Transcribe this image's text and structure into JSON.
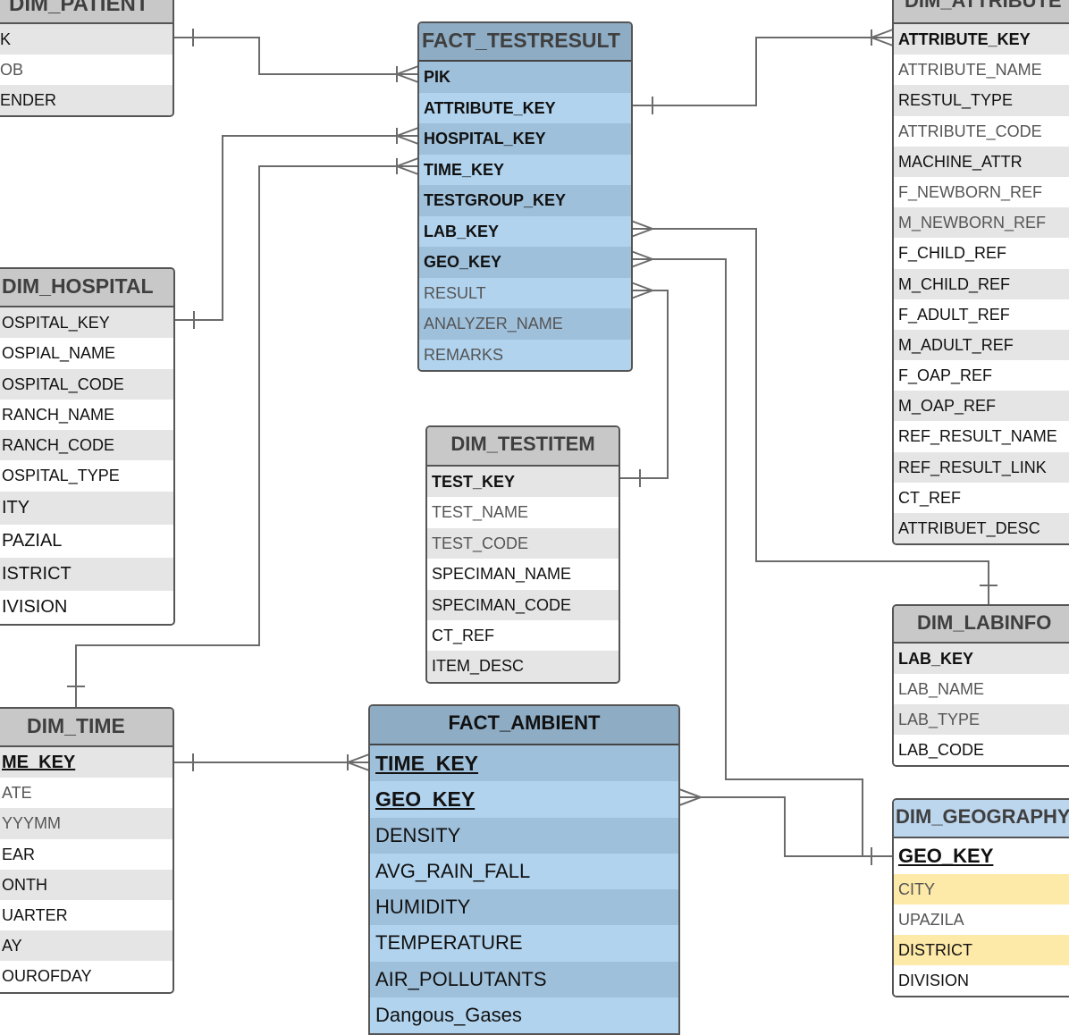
{
  "entities": {
    "dim_patient": {
      "title": "DIM_PATIENT",
      "rows": [
        "K",
        "OB",
        "ENDER"
      ]
    },
    "fact_testresult": {
      "title": "FACT_TESTRESULT",
      "rows": [
        "PIK",
        "ATTRIBUTE_KEY",
        "HOSPITAL_KEY",
        "TIME_KEY",
        "TESTGROUP_KEY",
        "LAB_KEY",
        "GEO_KEY",
        "RESULT",
        "ANALYZER_NAME",
        "REMARKS"
      ]
    },
    "dim_attribute": {
      "title": "DIM_ATTRIBUTE",
      "rows": [
        "ATTRIBUTE_KEY",
        "ATTRIBUTE_NAME",
        "RESTUL_TYPE",
        "ATTRIBUTE_CODE",
        "MACHINE_ATTR",
        "F_NEWBORN_REF",
        "M_NEWBORN_REF",
        "F_CHILD_REF",
        "M_CHILD_REF",
        "F_ADULT_REF",
        "M_ADULT_REF",
        "F_OAP_REF",
        "M_OAP_REF",
        "REF_RESULT_NAME",
        "REF_RESULT_LINK",
        "CT_REF",
        "ATTRIBUET_DESC"
      ]
    },
    "dim_hospital": {
      "title": "DIM_HOSPITAL",
      "rows": [
        "OSPITAL_KEY",
        "OSPIAL_NAME",
        "OSPITAL_CODE",
        "RANCH_NAME",
        "RANCH_CODE",
        "OSPITAL_TYPE",
        "ITY",
        "PAZIAL",
        "ISTRICT",
        "IVISION"
      ]
    },
    "dim_testitem": {
      "title": "DIM_TESTITEM",
      "rows": [
        "TEST_KEY",
        "TEST_NAME",
        "TEST_CODE",
        "SPECIMAN_NAME",
        "SPECIMAN_CODE",
        "CT_REF",
        "ITEM_DESC"
      ]
    },
    "dim_labinfo": {
      "title": "DIM_LABINFO",
      "rows": [
        "LAB_KEY",
        "LAB_NAME",
        "LAB_TYPE",
        "LAB_CODE"
      ]
    },
    "dim_time": {
      "title": "DIM_TIME",
      "rows": [
        "ME_KEY",
        "ATE",
        "YYYMM",
        "EAR",
        "ONTH",
        "UARTER",
        "AY",
        "OUROFDAY"
      ]
    },
    "fact_ambient": {
      "title": "FACT_AMBIENT",
      "rows": [
        "TIME_KEY",
        "GEO_KEY",
        "DENSITY",
        "AVG_RAIN_FALL",
        "HUMIDITY",
        "TEMPERATURE",
        "AIR_POLLUTANTS",
        "Dangous_Gases"
      ]
    },
    "dim_geography": {
      "title": "DIM_GEOGRAPHY",
      "rows": [
        "GEO_KEY",
        "CITY",
        "UPAZILA",
        "DISTRICT",
        "DIVISION"
      ]
    }
  },
  "colors": {
    "line": "#666666",
    "fact": "#b1d3ee",
    "highlight": "#fde9a8"
  }
}
